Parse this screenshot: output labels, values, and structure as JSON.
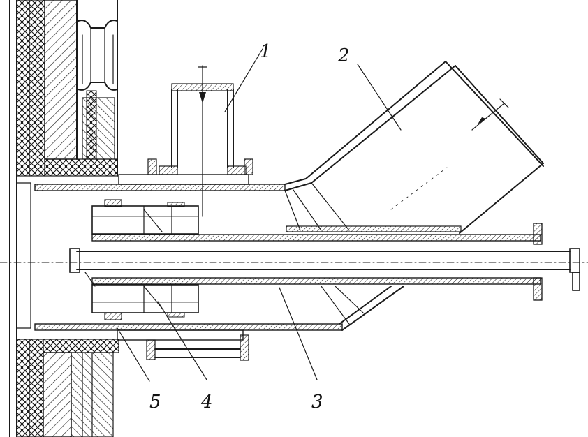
{
  "labels": {
    "item1": "1",
    "item2": "2",
    "item3": "3",
    "item4": "4",
    "item5": "5"
  },
  "colors": {
    "ink": "#1a1a1a",
    "paper": "#ffffff"
  }
}
